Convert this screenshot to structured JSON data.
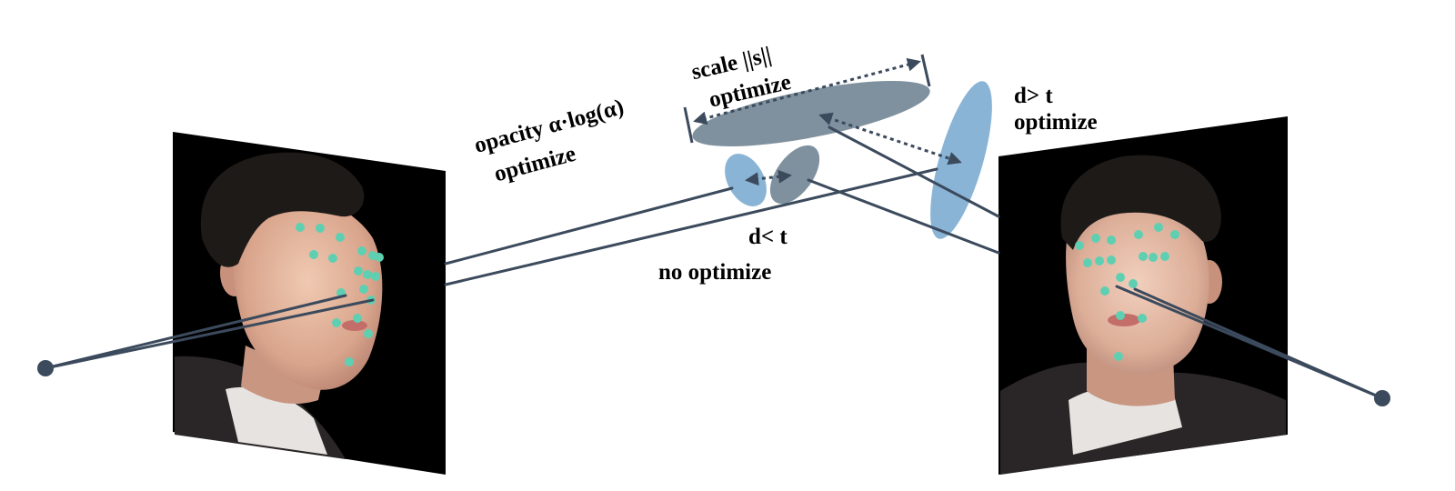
{
  "labels": {
    "opacity_line1": "opacity α·log(α)",
    "opacity_line2": "optimize",
    "scale_line1": "scale ||s||",
    "scale_line2": "optimize",
    "far_line1": "d> t",
    "far_line2": "optimize",
    "near_line1": "d< t",
    "near_line2": "no optimize"
  },
  "colors": {
    "ray": "#3b4a5c",
    "gaussian_light": "#8ab4d6",
    "gaussian_dark": "#7f919e",
    "landmark": "#5fcfb2",
    "image_background": "#000000"
  }
}
